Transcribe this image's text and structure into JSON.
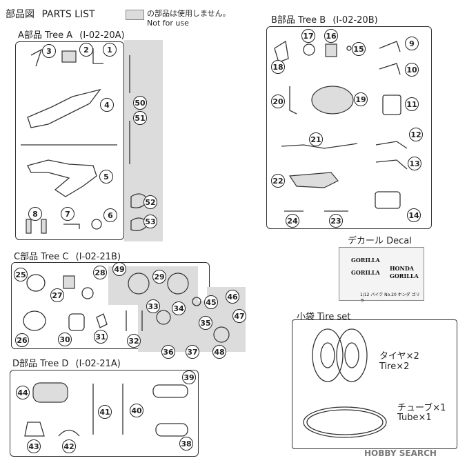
{
  "header": {
    "title": "部品図",
    "title_en": "PARTS LIST",
    "legend_jp": "の部品は使用しません。",
    "legend_en": "Not for use"
  },
  "trees": [
    {
      "key": "A",
      "label": "A部品 Tree A",
      "code": "(I-02-20A)"
    },
    {
      "key": "B",
      "label": "B部品 Tree B",
      "code": "(I-02-20B)"
    },
    {
      "key": "C",
      "label": "C部品 Tree C",
      "code": "(I-02-21B)"
    },
    {
      "key": "D",
      "label": "D部品 Tree D",
      "code": "(I-02-21A)"
    }
  ],
  "decal": {
    "title": "デカール Decal",
    "texts": [
      "GORILLA",
      "HONDA",
      "GORILLA",
      "GORILLA"
    ],
    "caption": "1/12 バイク No.20 ホンダ ゴリラ"
  },
  "tire_set": {
    "title": "小袋 Tire set",
    "tire_jp": "タイヤ×2",
    "tire_en": "Tire×2",
    "tube_jp": "チューブ×1",
    "tube_en": "Tube×1"
  },
  "part_numbers": {
    "A": [
      "1",
      "2",
      "3",
      "4",
      "5",
      "6",
      "7",
      "8"
    ],
    "A_unused": [
      "50",
      "51",
      "52",
      "53"
    ],
    "B": [
      "9",
      "10",
      "11",
      "12",
      "13",
      "14",
      "15",
      "16",
      "17",
      "18",
      "19",
      "20",
      "21",
      "22",
      "23",
      "24"
    ],
    "C": [
      "25",
      "26",
      "27",
      "28",
      "29",
      "30",
      "31",
      "32",
      "33",
      "34",
      "35",
      "36",
      "37",
      "48"
    ],
    "C_unused": [
      "29",
      "33",
      "34",
      "35",
      "36",
      "37",
      "45",
      "46",
      "47",
      "48",
      "49"
    ],
    "D": [
      "38",
      "39",
      "40",
      "41",
      "42",
      "43",
      "44"
    ]
  },
  "watermark": "HOBBY SEARCH"
}
